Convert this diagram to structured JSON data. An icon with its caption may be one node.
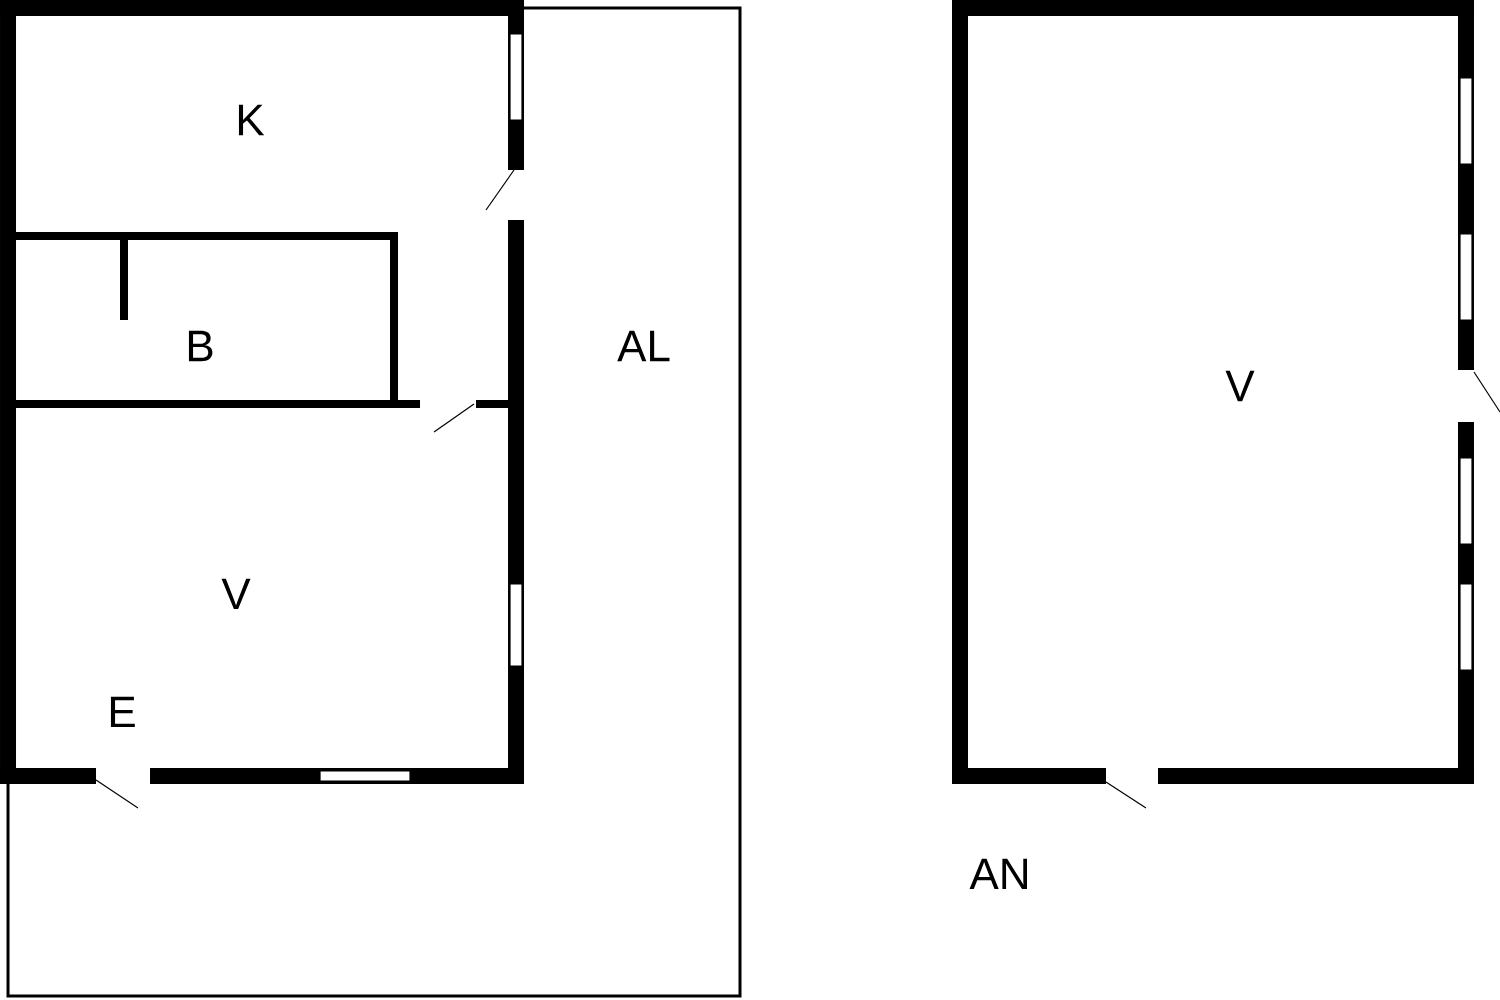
{
  "diagram": {
    "labels": [
      "K",
      "B",
      "AL",
      "V",
      "E",
      "V",
      "AN"
    ]
  }
}
